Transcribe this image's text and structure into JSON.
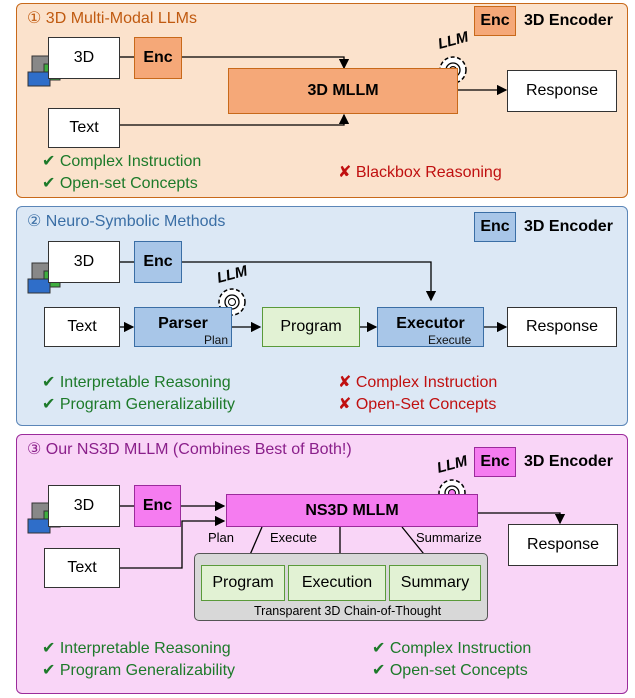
{
  "panel1": {
    "title": "① 3D Multi-Modal LLMs",
    "legend_enc": "Enc",
    "legend_text": "3D Encoder",
    "input_3d": "3D",
    "input_text": "Text",
    "enc": "Enc",
    "mllm": "3D MLLM",
    "response": "Response",
    "llm_badge": "LLM",
    "pros": [
      "✔ Complex Instruction",
      "✔ Open-set Concepts"
    ],
    "cons": [
      "✘ Blackbox Reasoning"
    ]
  },
  "panel2": {
    "title": "② Neuro-Symbolic Methods",
    "legend_enc": "Enc",
    "legend_text": "3D Encoder",
    "input_3d": "3D",
    "input_text": "Text",
    "enc": "Enc",
    "parser": "Parser",
    "parser_sub": "Plan",
    "program": "Program",
    "executor": "Executor",
    "executor_sub": "Execute",
    "response": "Response",
    "llm_badge": "LLM",
    "pros": [
      "✔ Interpretable Reasoning",
      "✔ Program Generalizability"
    ],
    "cons": [
      "✘ Complex Instruction",
      "✘ Open-Set Concepts"
    ]
  },
  "panel3": {
    "title": "③ Our NS3D MLLM (Combines Best of Both!)",
    "legend_enc": "Enc",
    "legend_text": "3D Encoder",
    "input_3d": "3D",
    "input_text": "Text",
    "enc": "Enc",
    "mllm": "NS3D MLLM",
    "response": "Response",
    "llm_badge": "LLM",
    "edge_plan": "Plan",
    "edge_execute": "Execute",
    "edge_summarize": "Summarize",
    "cot_items": [
      "Program",
      "Execution",
      "Summary"
    ],
    "cot_caption": "Transparent 3D Chain-of-Thought",
    "pros_left": [
      "✔ Interpretable Reasoning",
      "✔ Program Generalizability"
    ],
    "pros_right": [
      "✔ Complex Instruction",
      "✔ Open-set Concepts"
    ]
  },
  "colors": {
    "panel1_bg": "#fbe2cc",
    "panel1_accent": "#f5a878",
    "panel2_bg": "#dce8f5",
    "panel2_accent": "#a8c6e8",
    "panel3_bg": "#f9d5f7",
    "panel3_accent": "#f57cf0",
    "program_green": "#e2f2d4",
    "check_green": "#1d7a2a",
    "cross_red": "#c01010"
  }
}
